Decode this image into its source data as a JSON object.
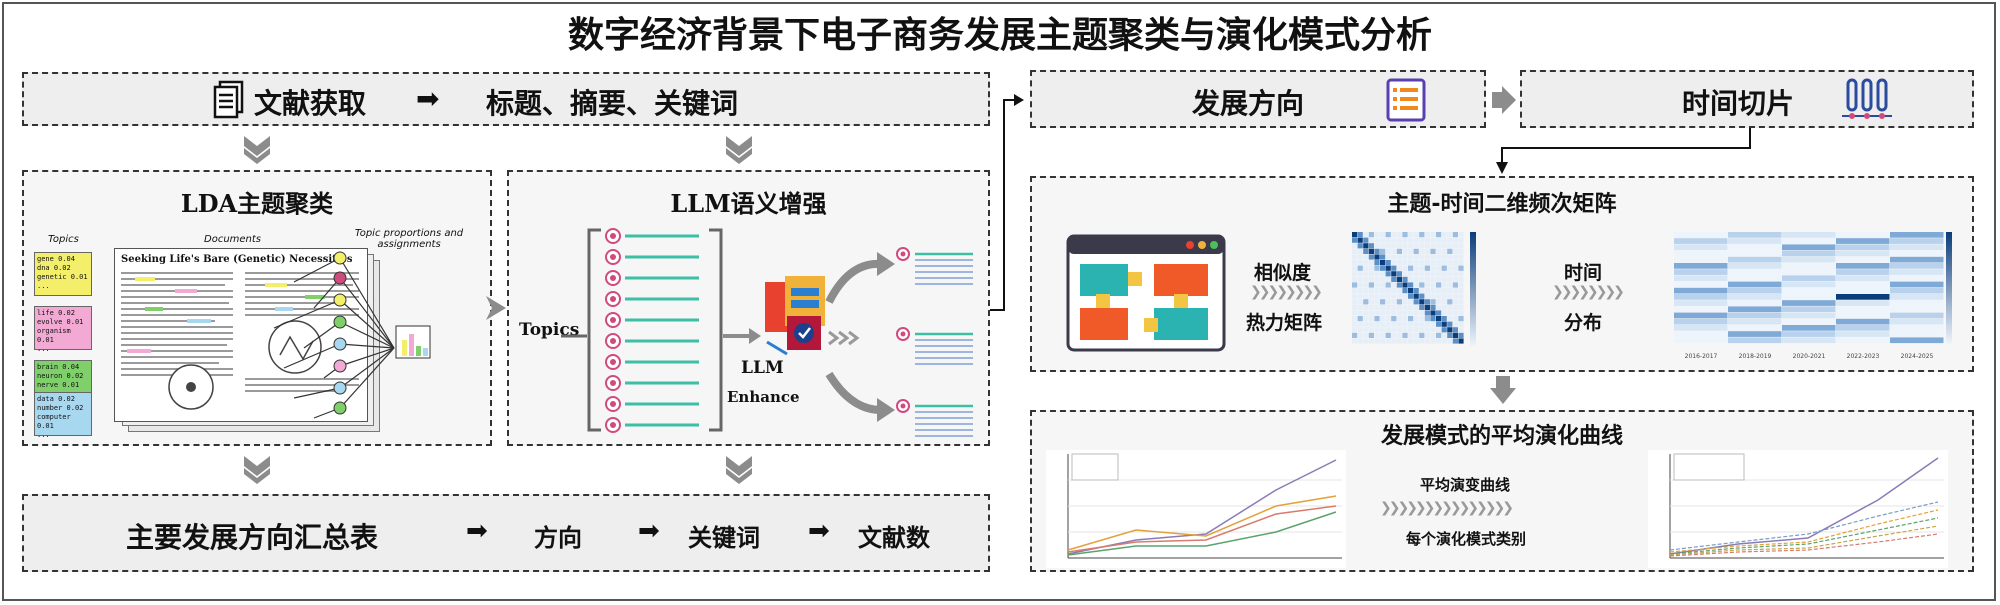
{
  "title": "数字经济背景下电子商务发展主题聚类与演化模式分析",
  "top_bar": {
    "label": "文献获取",
    "arrow": "➡",
    "items": "标题、摘要、关键词"
  },
  "lda": {
    "title": "LDA主题聚类",
    "col_topics": "Topics",
    "col_documents": "Documents",
    "col_props": "Topic proportions and assignments",
    "doc_title": "Seeking Life's Bare (Genetic) Necessities",
    "topics": [
      {
        "words": [
          "gene",
          "dna",
          "genetic",
          "..."
        ],
        "vals": [
          "0.04",
          "0.02",
          "0.01",
          ""
        ],
        "color": "#f4ef6a"
      },
      {
        "words": [
          "life",
          "evolve",
          "organism",
          "..."
        ],
        "vals": [
          "0.02",
          "0.01",
          "0.01",
          ""
        ],
        "color": "#f2a9d4"
      },
      {
        "words": [
          "brain",
          "neuron",
          "nerve",
          "..."
        ],
        "vals": [
          "0.04",
          "0.02",
          "0.01",
          ""
        ],
        "color": "#7fd06b"
      },
      {
        "words": [
          "data",
          "number",
          "computer",
          "..."
        ],
        "vals": [
          "0.02",
          "0.02",
          "0.01",
          ""
        ],
        "color": "#a8d8f0"
      }
    ]
  },
  "llm": {
    "title": "LLM语义增强",
    "topics_label": "Topics",
    "llm_label": "LLM",
    "enhance_label": "Enhance"
  },
  "bottom_bar": {
    "label": "主要发展方向汇总表",
    "item1": "方向",
    "item2": "关键词",
    "item3": "文献数"
  },
  "direction": {
    "label": "发展方向"
  },
  "time_slice": {
    "label": "时间切片"
  },
  "matrix": {
    "title": "主题-时间二维频次矩阵",
    "similarity_l1": "相似度",
    "similarity_l2": "热力矩阵",
    "time_l1": "时间",
    "time_l2": "分布",
    "heat_cols": [
      "2016-2017",
      "2018-2019",
      "2020-2021",
      "2022-2023",
      "2024-2025"
    ]
  },
  "curve": {
    "title": "发展模式的平均演化曲线",
    "label_top": "平均演变曲线",
    "label_bottom": "每个演化模式类别"
  },
  "colors": {
    "frame_border": "#333333",
    "panel_bg": "#eeeeee",
    "arrow_gray": "#8c8c8c",
    "teal_line": "#3dbfa6",
    "pink_dot": "#d14a7e",
    "heat_dark": "#0b3d7a",
    "heat_light": "#dbe9f6"
  },
  "icons": [
    "document-icon",
    "list-icon",
    "timeline-icon",
    "browser-puzzle-icon",
    "llm-chip-icon"
  ]
}
